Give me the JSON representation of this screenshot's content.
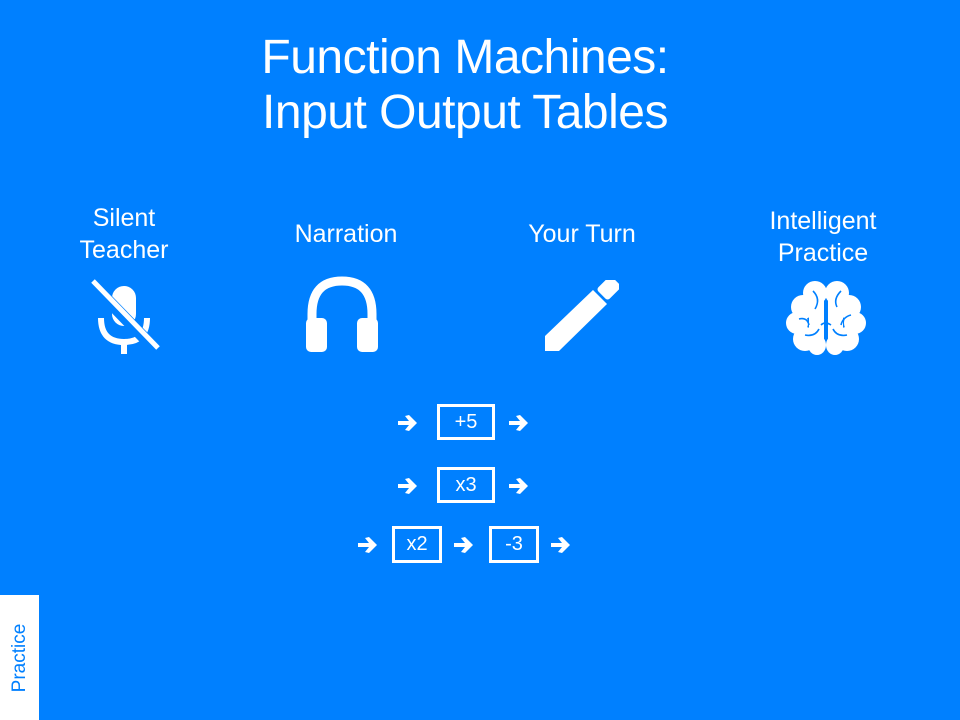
{
  "title": {
    "line1": "Function Machines:",
    "line2": "Input Output Tables"
  },
  "modes": [
    {
      "label_line1": "Silent",
      "label_line2": "Teacher",
      "icon": "microphone-off-icon"
    },
    {
      "label_line1": "Narration",
      "label_line2": "",
      "icon": "headphones-icon"
    },
    {
      "label_line1": "Your Turn",
      "label_line2": "",
      "icon": "pencil-icon"
    },
    {
      "label_line1": "Intelligent",
      "label_line2": "Practice",
      "icon": "brain-icon"
    }
  ],
  "function_machines": [
    {
      "operations": [
        "+5"
      ]
    },
    {
      "operations": [
        "x3"
      ]
    },
    {
      "operations": [
        "x2",
        "-3"
      ]
    }
  ],
  "side_tab": {
    "label": "Practice"
  },
  "colors": {
    "background": "#0080ff",
    "foreground": "#ffffff"
  }
}
